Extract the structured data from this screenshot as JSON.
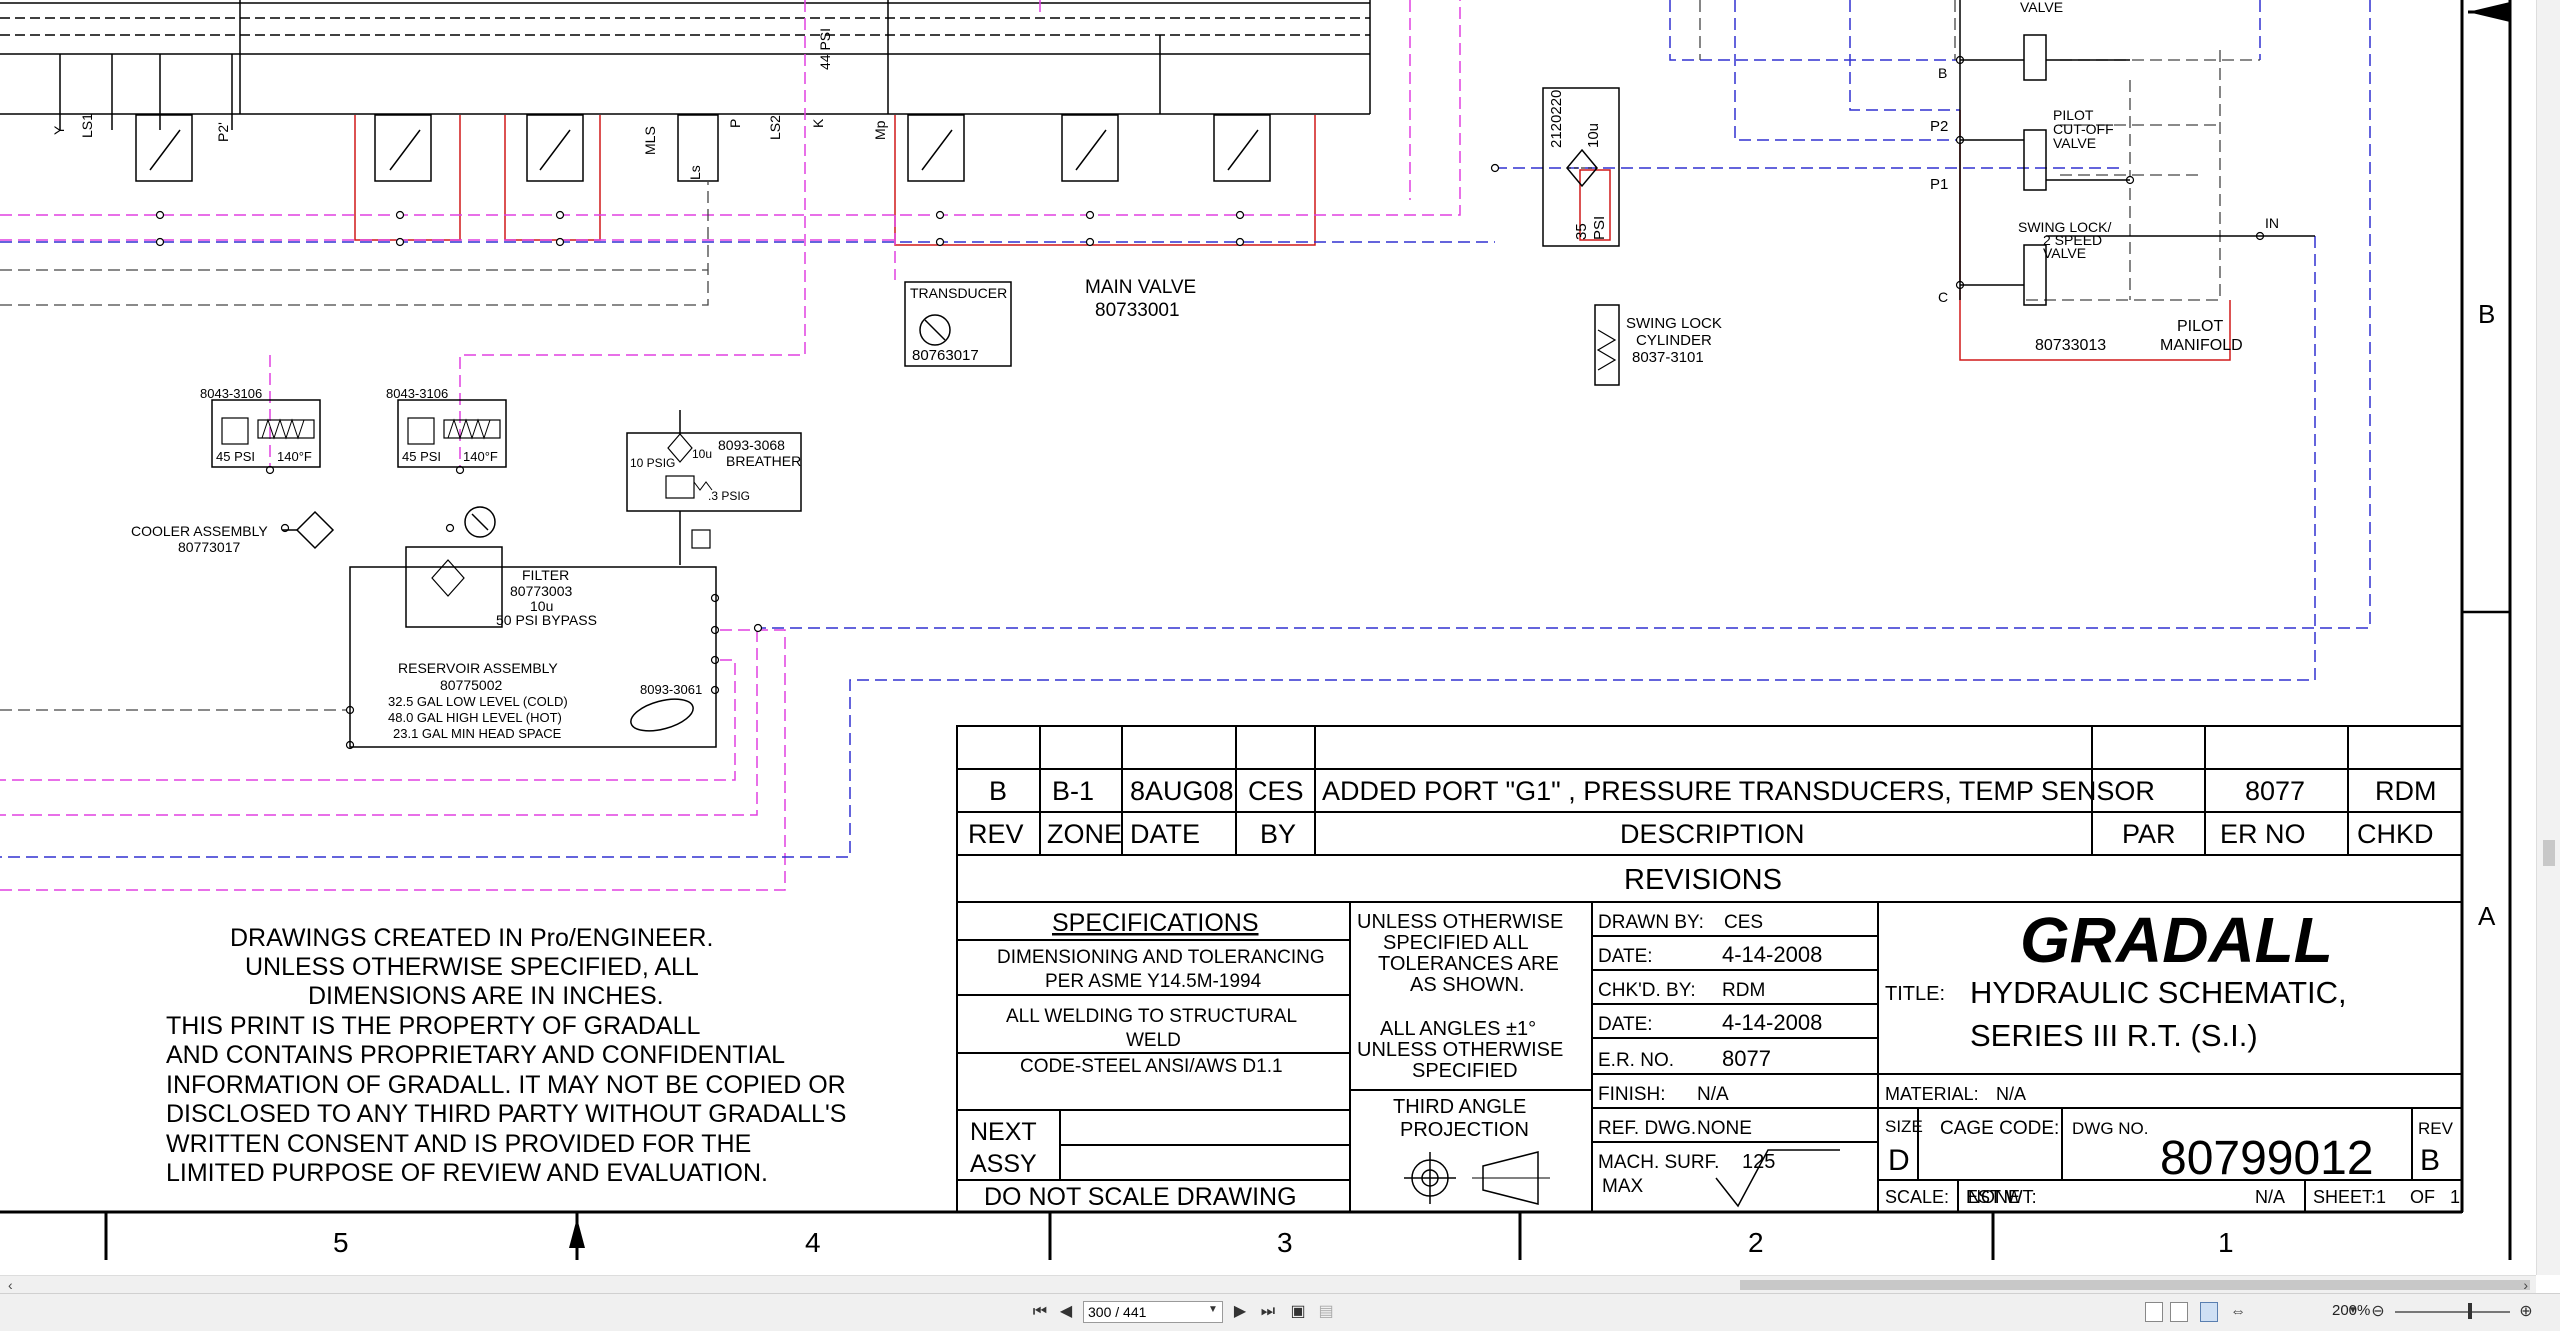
{
  "labels": {
    "valve_top": "VALVE",
    "port_b": "B",
    "port_p2": "P2",
    "port_p1": "P1",
    "port_c": "C",
    "port_in": "IN",
    "pilot_cutoff_1": "PILOT",
    "pilot_cutoff_2": "CUT-OFF",
    "pilot_cutoff_3": "VALVE",
    "swing_lock_1": "SWING LOCK/",
    "swing_lock_2": "2 SPEED",
    "swing_lock_3": "VALVE",
    "manifold_pn": "80733013",
    "pilot_manifold_1": "PILOT",
    "pilot_manifold_2": "MANIFOLD",
    "filter_pn_top": "2120220",
    "filter_10u": "10u",
    "filter_35psi_1": "35",
    "filter_35psi_2": "PSI",
    "swing_cyl_1": "SWING LOCK",
    "swing_cyl_2": "CYLINDER",
    "swing_cyl_3": "8037-3101",
    "transducer": "TRANSDUCER",
    "transducer_pn": "80763017",
    "main_valve": "MAIN VALVE",
    "main_valve_pn": "80733001",
    "psi_44": "44 PSI",
    "port_y": "Y",
    "port_ls1": "LS1",
    "port_p2p": "P2'",
    "port_mls": "MLS",
    "port_ls": "Ls",
    "port_p": "P",
    "port_ls2": "LS2",
    "port_k": "K",
    "port_mp": "Mp",
    "relief_a_pn": "8043-3106",
    "relief_b_pn": "8043-3106",
    "psi_45_a": "45 PSI",
    "temp_140_a": "140°F",
    "psi_45_b": "45 PSI",
    "temp_140_b": "140°F",
    "breather_pn": "8093-3068",
    "breather": "BREATHER",
    "psig_10": "10 PSIG",
    "breather_10u": "10u",
    "psig_3": ".3 PSIG",
    "cooler_1": "COOLER ASSEMBLY",
    "cooler_2": "80773017",
    "filter_1": "FILTER",
    "filter_2": "80773003",
    "filter_3": "10u",
    "filter_4": "50 PSI BYPASS",
    "reservoir_1": "RESERVOIR ASSEMBLY",
    "reservoir_2": "80775002",
    "reservoir_3": "32.5 GAL LOW LEVEL (COLD)",
    "reservoir_4": "48.0 GAL HIGH LEVEL (HOT)",
    "reservoir_5": "23.1 GAL MIN HEAD SPACE",
    "sensor_pn": "8093-3061",
    "zone_b": "B",
    "zone_a": "A"
  },
  "notes": [
    "DRAWINGS CREATED IN Pro/ENGINEER.",
    "UNLESS OTHERWISE SPECIFIED, ALL",
    "DIMENSIONS ARE IN INCHES.",
    "THIS PRINT IS THE PROPERTY OF GRADALL",
    "AND CONTAINS PROPRIETARY AND CONFIDENTIAL",
    "INFORMATION OF GRADALL. IT MAY NOT BE COPIED OR",
    "DISCLOSED TO ANY THIRD PARTY WITHOUT GRADALL'S",
    "WRITTEN CONSENT AND IS PROVIDED FOR THE",
    "LIMITED PURPOSE OF REVIEW AND EVALUATION."
  ],
  "revisions": {
    "row": {
      "rev": "B",
      "zone": "B-1",
      "date": "8AUG08",
      "by": "CES",
      "description": "ADDED PORT \"G1\" , PRESSURE TRANSDUCERS, TEMP SENSOR",
      "par": "",
      "er_no": "8077",
      "chkd": "RDM"
    },
    "headers": {
      "rev": "REV",
      "zone": "ZONE",
      "date": "DATE",
      "by": "BY",
      "description": "DESCRIPTION",
      "par": "PAR",
      "er_no": "ER NO",
      "chkd": "CHKD"
    },
    "title": "REVISIONS"
  },
  "specifications": {
    "title": "SPECIFICATIONS",
    "line1": "DIMENSIONING AND TOLERANCING",
    "line2": "PER ASME Y14.5M-1994",
    "line3": "ALL WELDING TO STRUCTURAL",
    "line4": "WELD",
    "line5": "CODE-STEEL ANSI/AWS D1.1"
  },
  "next_assy": {
    "next": "NEXT",
    "assy": "ASSY",
    "dns": "DO NOT SCALE DRAWING"
  },
  "tolerances": {
    "l1": "UNLESS OTHERWISE",
    "l2": "SPECIFIED ALL",
    "l3": "TOLERANCES ARE",
    "l4": "AS SHOWN.",
    "l5": "ALL ANGLES ±1°",
    "l6": "UNLESS OTHERWISE",
    "l7": "SPECIFIED"
  },
  "projection": {
    "l1": "THIRD ANGLE",
    "l2": "PROJECTION"
  },
  "approvals": {
    "drawn_by_label": "DRAWN BY:",
    "drawn_by": "CES",
    "date1_label": "DATE:",
    "date1": "4-14-2008",
    "chkd_label": "CHK'D. BY:",
    "chkd": "RDM",
    "date2_label": "DATE:",
    "date2": "4-14-2008",
    "er_label": "E.R. NO.",
    "er": "8077",
    "finish_label": "FINISH:",
    "finish": "N/A",
    "ref_label": "REF. DWG.",
    "ref": "NONE",
    "mach_label": "MACH. SURF.",
    "mach_value": "125",
    "max": "MAX"
  },
  "title_block": {
    "company": "GRADALL",
    "title_label": "TITLE:",
    "title_line1": "HYDRAULIC SCHEMATIC,",
    "title_line2": "SERIES III R.T. (S.I.)",
    "material_label": "MATERIAL:",
    "material": "N/A",
    "size_label": "SIZE",
    "size": "D",
    "cage_label": "CAGE CODE:",
    "dwg_label": "DWG NO.",
    "dwg_no": "80799012",
    "rev_label": "REV",
    "rev": "B",
    "scale_label": "SCALE:",
    "scale": "NONE",
    "wt_label": "EST WT:",
    "wt": "N/A",
    "sheet_label": "SHEET:",
    "sheet": "1",
    "of_label": "OF",
    "of": "1"
  },
  "zones": [
    "5",
    "4",
    "3",
    "2",
    "1"
  ],
  "viewer": {
    "page": "300 / 441",
    "zoom": "200%"
  },
  "colors": {
    "magenta": "#e040e0",
    "blue": "#3030d0",
    "red": "#d01818",
    "line": "#000000"
  }
}
